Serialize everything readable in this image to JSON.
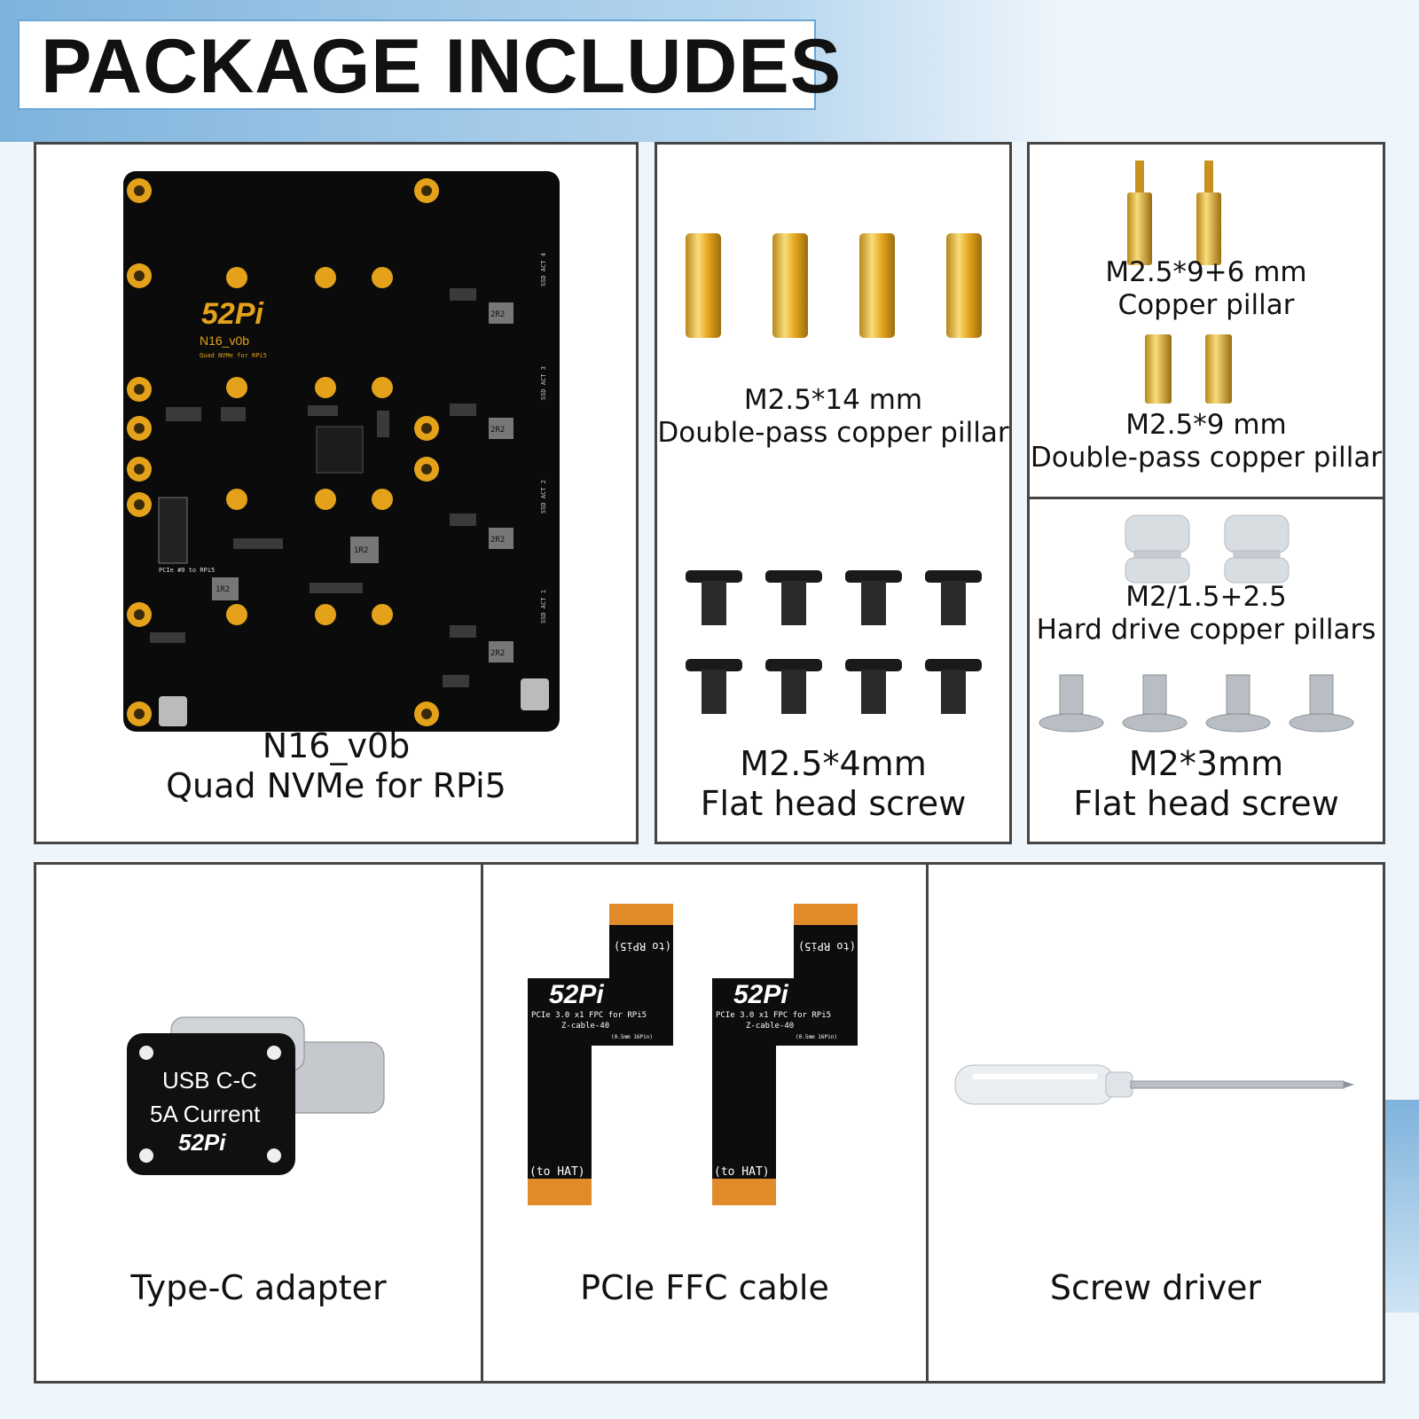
{
  "header": {
    "title": "PACKAGE INCLUDES"
  },
  "board": {
    "brand": "52Pi",
    "model": "N16_v0b",
    "subtitle": "Quad NVMe for RPi5",
    "chips": [
      "2R2",
      "2R2",
      "2R2",
      "2R2",
      "1R2",
      "1R2"
    ],
    "side_labels": [
      "SSD ACT 4",
      "SSD ACT 3",
      "SSD ACT 2",
      "SSD ACT 1"
    ],
    "pcie_label": "PCIe #0 to RPi5"
  },
  "items": {
    "board": {
      "line1": "N16_v0b",
      "line2": "Quad NVMe for RPi5"
    },
    "pillar14": {
      "line1": "M2.5*14 mm",
      "line2": "Double-pass copper pillar"
    },
    "screw4": {
      "line1": "M2.5*4mm",
      "line2": "Flat head screw"
    },
    "pillar96": {
      "line1": "M2.5*9+6 mm",
      "line2": "Copper pillar"
    },
    "pillar9": {
      "line1": "M2.5*9 mm",
      "line2": "Double-pass copper pillar"
    },
    "hdd": {
      "line1": "M2/1.5+2.5",
      "line2": "Hard drive copper pillars"
    },
    "screw3": {
      "line1": "M2*3mm",
      "line2": "Flat head screw"
    },
    "typec": {
      "label": "Type-C adapter",
      "print1": "USB C-C",
      "print2": "5A Current",
      "brand": "52Pi"
    },
    "ffc": {
      "label": "PCIe FFC cable",
      "brand": "52Pi",
      "print1": "PCIe 3.0 x1 FPC for RPi5",
      "print2": "Z-cable-40",
      "print3": "(0.5mm 16Pin)",
      "top": "(to RPi5)",
      "bottom": "(to HAT)"
    },
    "driver": {
      "label": "Screw driver"
    }
  },
  "colors": {
    "accent": "#6aa6d6",
    "border": "#444444",
    "gold": "#e3a21a",
    "pcb": "#0b0b0b"
  }
}
